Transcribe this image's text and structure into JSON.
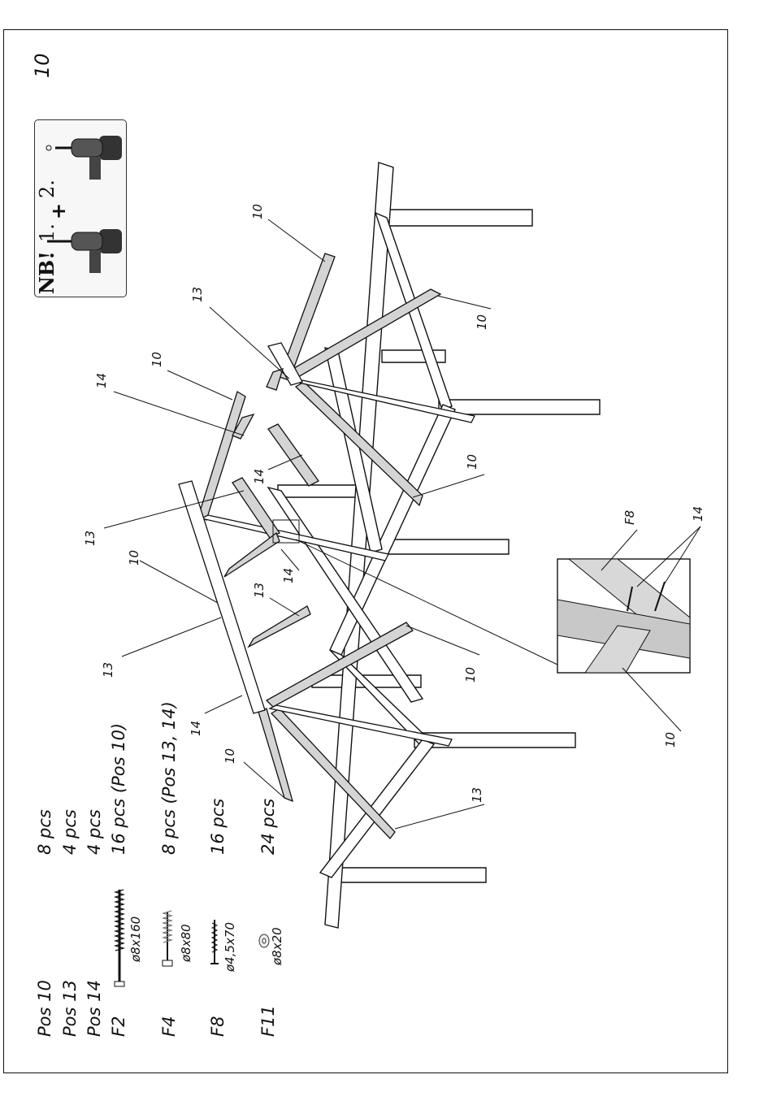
{
  "page": {
    "step_number": "10"
  },
  "tool_hint": {
    "nb": "NB!",
    "step1": "1.",
    "plus": "+",
    "step2": "2."
  },
  "parts": [
    {
      "code": "Pos 10",
      "qty": "8 pcs"
    },
    {
      "code": "Pos 13",
      "qty": "4 pcs"
    },
    {
      "code": "Pos 14",
      "qty": "4 pcs"
    }
  ],
  "fasteners": [
    {
      "code": "F2",
      "size": "ø8x160",
      "qty": "16 pcs (Pos 10)",
      "icon": "lag-screw-icon"
    },
    {
      "code": "F4",
      "size": "ø8x80",
      "qty": "8 pcs (Pos 13, 14)",
      "icon": "screw-icon"
    },
    {
      "code": "F8",
      "size": "ø4,5x70",
      "qty": "16 pcs",
      "icon": "nail-screw-icon"
    },
    {
      "code": "F11",
      "size": "ø8x20",
      "qty": "24 pcs",
      "icon": "washer-icon"
    }
  ],
  "callouts": {
    "a": "10",
    "b": "13",
    "c": "14",
    "d": "10",
    "e": "14",
    "f": "10",
    "g": "13",
    "h": "10",
    "i": "14",
    "j": "13",
    "k": "13",
    "l": "10",
    "m": "14",
    "n": "10",
    "o": "10",
    "p": "13",
    "q": "F8",
    "r": "14"
  }
}
